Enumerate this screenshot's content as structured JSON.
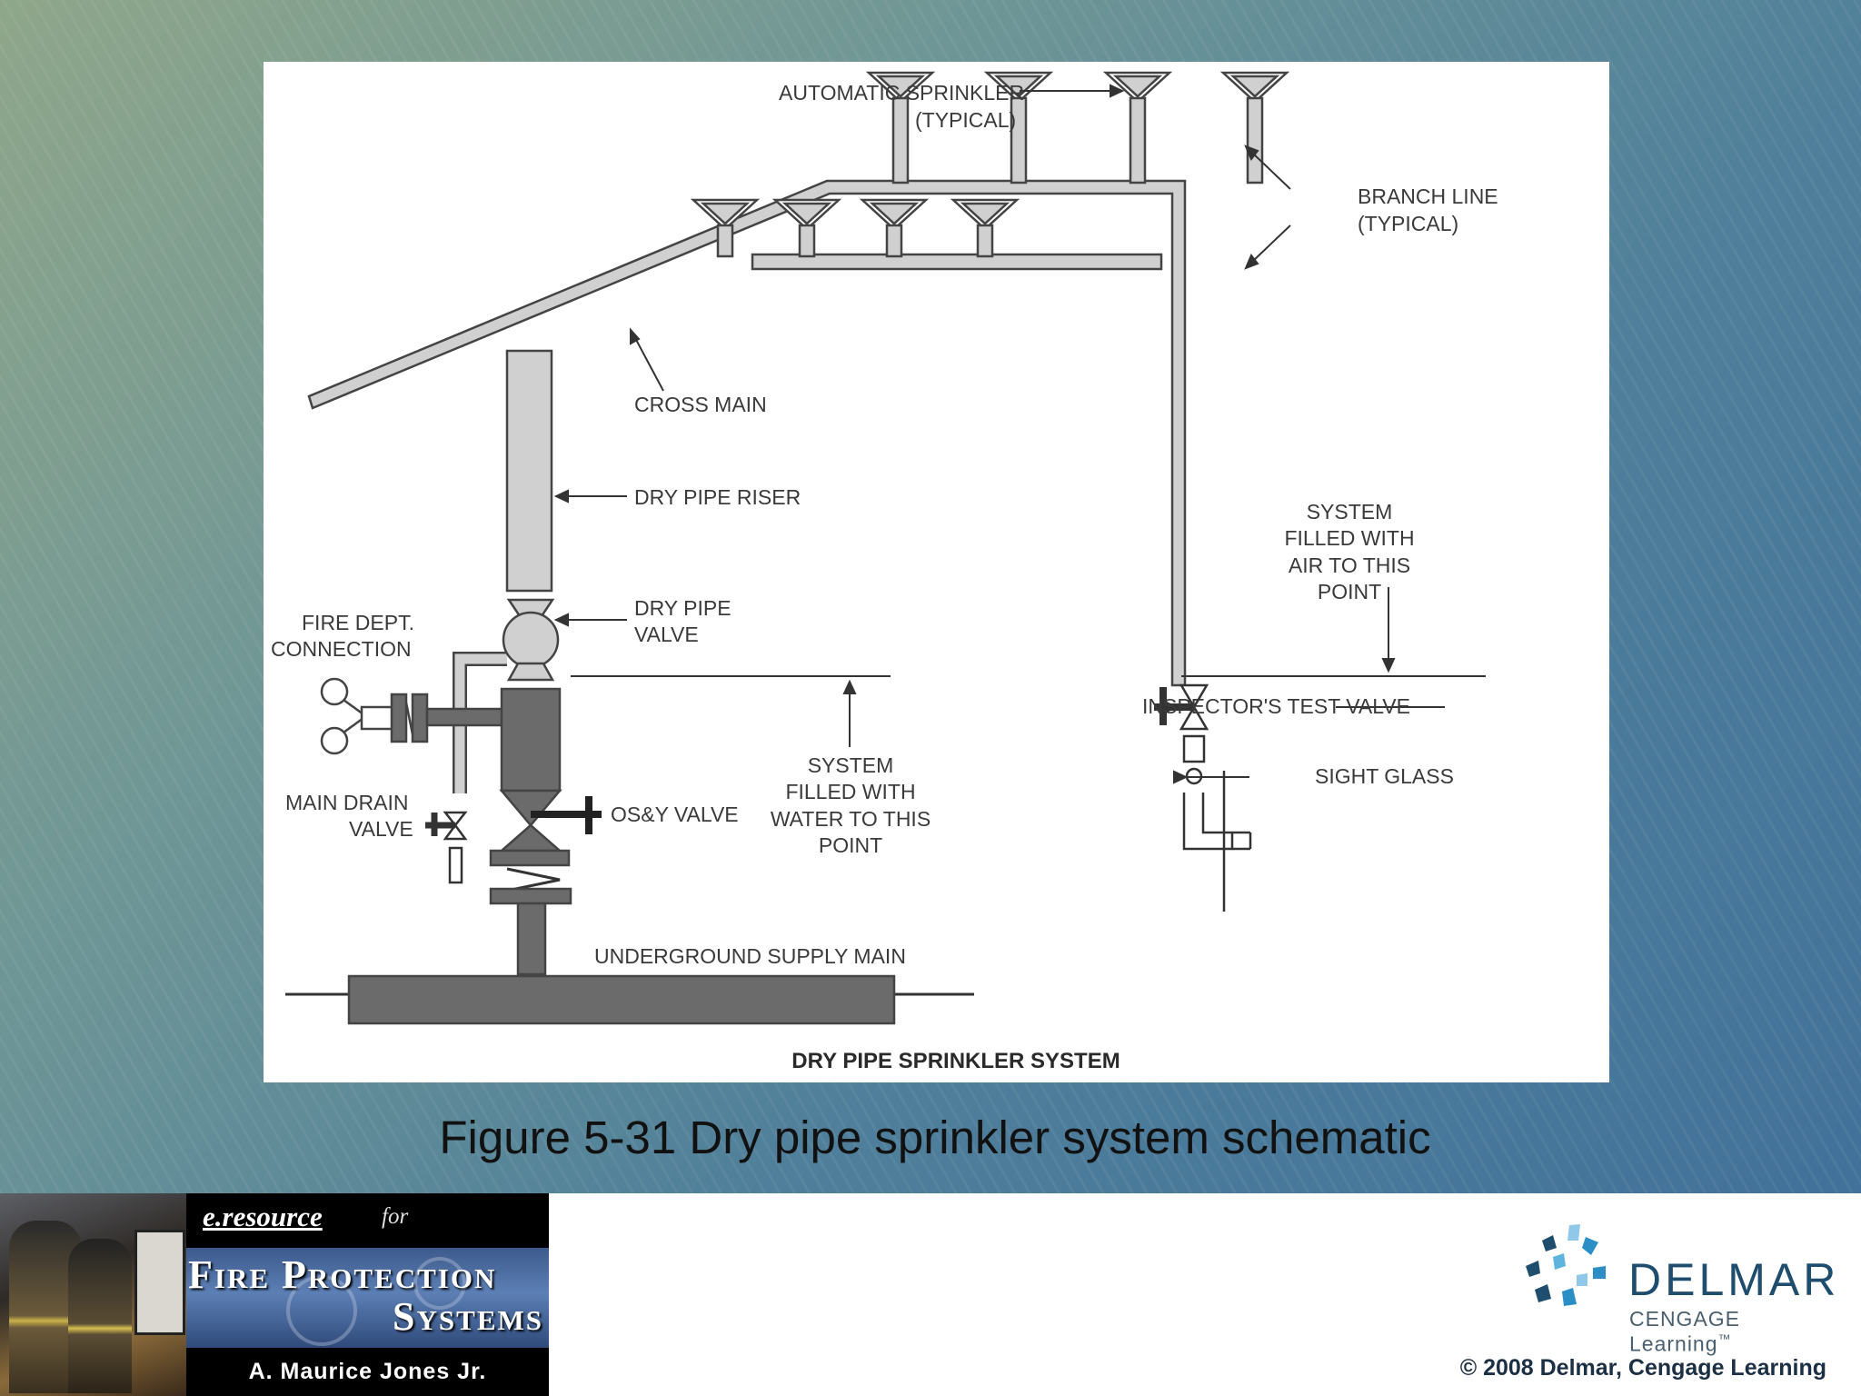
{
  "diagram": {
    "labels": {
      "automatic_sprinkler": [
        "AUTOMATIC SPRINKLER",
        "(TYPICAL)"
      ],
      "branch_line": [
        "BRANCH LINE",
        "(TYPICAL)"
      ],
      "cross_main": "CROSS MAIN",
      "dry_pipe_riser": "DRY PIPE RISER",
      "dry_pipe_valve": [
        "DRY PIPE",
        "VALVE"
      ],
      "fire_dept_connection": [
        "FIRE DEPT.",
        "CONNECTION"
      ],
      "system_air": [
        "SYSTEM",
        "FILLED WITH",
        "AIR TO THIS",
        "POINT"
      ],
      "inspectors_test_valve": "INSPECTOR'S TEST VALVE",
      "sight_glass": "SIGHT GLASS",
      "main_drain_valve": [
        "MAIN DRAIN",
        "VALVE"
      ],
      "osy_valve": "OS&Y VALVE",
      "system_water": [
        "SYSTEM",
        "FILLED WITH",
        "WATER TO THIS",
        "POINT"
      ],
      "underground_supply_main": "UNDERGROUND SUPPLY MAIN",
      "diagram_title": "DRY PIPE SPRINKLER SYSTEM"
    }
  },
  "caption": "Figure 5-31 Dry pipe sprinkler system schematic",
  "footer": {
    "banner": {
      "eresource": "e.resource",
      "for": "for",
      "series_line1": "Fire Protection",
      "series_line2": "Systems",
      "author": "A. Maurice Jones Jr."
    },
    "publisher": {
      "name": "DELMAR",
      "sub": "CENGAGE Learning",
      "trademark": "™"
    },
    "copyright": "© 2008 Delmar, Cengage Learning"
  },
  "colors": {
    "pipe_fill": "#d0d0d0",
    "dark_component": "#6b6b6b",
    "slide_gradient_start": "#8fa68a",
    "slide_gradient_end": "#3f6f99",
    "publisher_blue": "#1f4d6d",
    "logo_accent": "#2b8fc6"
  }
}
